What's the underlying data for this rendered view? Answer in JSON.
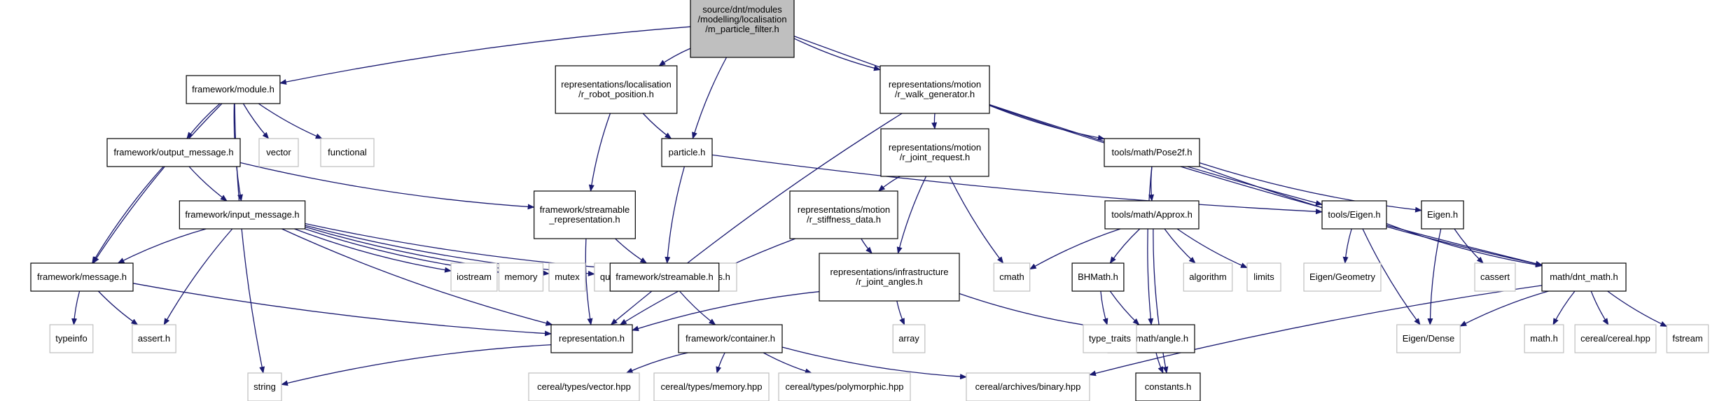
{
  "colors": {
    "edge": "#191970",
    "root_fill": "#bfbfbf",
    "internal_fill": "#ffffff",
    "internal_stroke": "#000000",
    "external_stroke": "#bfbfbf",
    "text": "#000000"
  },
  "nodes": [
    {
      "id": "root",
      "lines": [
        "source/dnt/modules",
        "/modelling/localisation",
        "/m_particle_filter.h"
      ],
      "kind": "root"
    },
    {
      "id": "module",
      "lines": [
        "framework/module.h"
      ],
      "kind": "internal"
    },
    {
      "id": "r_robot_position",
      "lines": [
        "representations/localisation",
        "/r_robot_position.h"
      ],
      "kind": "internal"
    },
    {
      "id": "r_walk_generator",
      "lines": [
        "representations/motion",
        "/r_walk_generator.h"
      ],
      "kind": "internal"
    },
    {
      "id": "output_message",
      "lines": [
        "framework/output_message.h"
      ],
      "kind": "internal"
    },
    {
      "id": "vector",
      "lines": [
        "vector"
      ],
      "kind": "external"
    },
    {
      "id": "functional",
      "lines": [
        "functional"
      ],
      "kind": "external"
    },
    {
      "id": "particle",
      "lines": [
        "particle.h"
      ],
      "kind": "internal"
    },
    {
      "id": "r_joint_request",
      "lines": [
        "representations/motion",
        "/r_joint_request.h"
      ],
      "kind": "internal"
    },
    {
      "id": "pose2f",
      "lines": [
        "tools/math/Pose2f.h"
      ],
      "kind": "internal"
    },
    {
      "id": "input_message",
      "lines": [
        "framework/input_message.h"
      ],
      "kind": "internal"
    },
    {
      "id": "streamable_repr",
      "lines": [
        "framework/streamable",
        "_representation.h"
      ],
      "kind": "internal"
    },
    {
      "id": "r_stiffness_data",
      "lines": [
        "representations/motion",
        "/r_stiffness_data.h"
      ],
      "kind": "internal"
    },
    {
      "id": "approx",
      "lines": [
        "tools/math/Approx.h"
      ],
      "kind": "internal"
    },
    {
      "id": "tools_eigen",
      "lines": [
        "tools/Eigen.h"
      ],
      "kind": "internal"
    },
    {
      "id": "eigen_h",
      "lines": [
        "Eigen.h"
      ],
      "kind": "internal"
    },
    {
      "id": "message",
      "lines": [
        "framework/message.h"
      ],
      "kind": "internal"
    },
    {
      "id": "iostream",
      "lines": [
        "iostream"
      ],
      "kind": "external"
    },
    {
      "id": "memory",
      "lines": [
        "memory"
      ],
      "kind": "external"
    },
    {
      "id": "mutex",
      "lines": [
        "mutex"
      ],
      "kind": "external"
    },
    {
      "id": "queue",
      "lines": [
        "queue"
      ],
      "kind": "external"
    },
    {
      "id": "system_tools",
      "lines": [
        "tools/system_tools.h"
      ],
      "kind": "external"
    },
    {
      "id": "streamable",
      "lines": [
        "framework/streamable.h"
      ],
      "kind": "internal"
    },
    {
      "id": "r_joint_angles",
      "lines": [
        "representations/infrastructure",
        "/r_joint_angles.h"
      ],
      "kind": "internal"
    },
    {
      "id": "cmath",
      "lines": [
        "cmath"
      ],
      "kind": "external"
    },
    {
      "id": "bhmath",
      "lines": [
        "BHMath.h"
      ],
      "kind": "internal"
    },
    {
      "id": "algorithm",
      "lines": [
        "algorithm"
      ],
      "kind": "external"
    },
    {
      "id": "limits",
      "lines": [
        "limits"
      ],
      "kind": "external"
    },
    {
      "id": "eigen_geometry",
      "lines": [
        "Eigen/Geometry"
      ],
      "kind": "external"
    },
    {
      "id": "cassert",
      "lines": [
        "cassert"
      ],
      "kind": "external"
    },
    {
      "id": "dnt_math",
      "lines": [
        "math/dnt_math.h"
      ],
      "kind": "internal"
    },
    {
      "id": "typeinfo",
      "lines": [
        "typeinfo"
      ],
      "kind": "external"
    },
    {
      "id": "assert_h",
      "lines": [
        "assert.h"
      ],
      "kind": "external"
    },
    {
      "id": "representation",
      "lines": [
        "representation.h"
      ],
      "kind": "internal"
    },
    {
      "id": "container",
      "lines": [
        "framework/container.h"
      ],
      "kind": "internal"
    },
    {
      "id": "array",
      "lines": [
        "array"
      ],
      "kind": "external"
    },
    {
      "id": "angle",
      "lines": [
        "tools/math/angle.h"
      ],
      "kind": "internal"
    },
    {
      "id": "type_traits",
      "lines": [
        "type_traits"
      ],
      "kind": "external"
    },
    {
      "id": "eigen_dense",
      "lines": [
        "Eigen/Dense"
      ],
      "kind": "external"
    },
    {
      "id": "math_h",
      "lines": [
        "math.h"
      ],
      "kind": "external"
    },
    {
      "id": "cereal_hpp",
      "lines": [
        "cereal/cereal.hpp"
      ],
      "kind": "external"
    },
    {
      "id": "fstream",
      "lines": [
        "fstream"
      ],
      "kind": "external"
    },
    {
      "id": "string",
      "lines": [
        "string"
      ],
      "kind": "external"
    },
    {
      "id": "cereal_vector",
      "lines": [
        "cereal/types/vector.hpp"
      ],
      "kind": "external"
    },
    {
      "id": "cereal_memory",
      "lines": [
        "cereal/types/memory.hpp"
      ],
      "kind": "external"
    },
    {
      "id": "cereal_polymorphic",
      "lines": [
        "cereal/types/polymorphic.hpp"
      ],
      "kind": "external"
    },
    {
      "id": "cereal_binary",
      "lines": [
        "cereal/archives/binary.hpp"
      ],
      "kind": "external"
    },
    {
      "id": "constants",
      "lines": [
        "constants.h"
      ],
      "kind": "internal"
    }
  ],
  "edges": [
    [
      "root",
      "module"
    ],
    [
      "root",
      "r_robot_position"
    ],
    [
      "root",
      "particle"
    ],
    [
      "root",
      "r_walk_generator"
    ],
    [
      "root",
      "tools_eigen"
    ],
    [
      "module",
      "output_message"
    ],
    [
      "module",
      "vector"
    ],
    [
      "module",
      "functional"
    ],
    [
      "module",
      "input_message"
    ],
    [
      "module",
      "message"
    ],
    [
      "module",
      "string"
    ],
    [
      "output_message",
      "input_message"
    ],
    [
      "output_message",
      "message"
    ],
    [
      "output_message",
      "streamable_repr"
    ],
    [
      "input_message",
      "message"
    ],
    [
      "input_message",
      "iostream"
    ],
    [
      "input_message",
      "memory"
    ],
    [
      "input_message",
      "mutex"
    ],
    [
      "input_message",
      "queue"
    ],
    [
      "input_message",
      "system_tools"
    ],
    [
      "input_message",
      "assert_h"
    ],
    [
      "input_message",
      "representation"
    ],
    [
      "message",
      "typeinfo"
    ],
    [
      "message",
      "assert_h"
    ],
    [
      "message",
      "representation"
    ],
    [
      "r_robot_position",
      "particle"
    ],
    [
      "r_robot_position",
      "streamable_repr"
    ],
    [
      "particle",
      "streamable"
    ],
    [
      "particle",
      "tools_eigen"
    ],
    [
      "streamable_repr",
      "streamable"
    ],
    [
      "streamable_repr",
      "representation"
    ],
    [
      "streamable",
      "container"
    ],
    [
      "representation",
      "string"
    ],
    [
      "container",
      "cereal_vector"
    ],
    [
      "container",
      "cereal_memory"
    ],
    [
      "container",
      "cereal_polymorphic"
    ],
    [
      "container",
      "cereal_binary"
    ],
    [
      "r_walk_generator",
      "r_joint_request"
    ],
    [
      "r_walk_generator",
      "pose2f"
    ],
    [
      "r_walk_generator",
      "dnt_math"
    ],
    [
      "r_walk_generator",
      "representation"
    ],
    [
      "r_joint_request",
      "r_stiffness_data"
    ],
    [
      "r_joint_request",
      "r_joint_angles"
    ],
    [
      "r_joint_request",
      "cmath"
    ],
    [
      "r_stiffness_data",
      "r_joint_angles"
    ],
    [
      "r_stiffness_data",
      "representation"
    ],
    [
      "r_joint_angles",
      "representation"
    ],
    [
      "r_joint_angles",
      "array"
    ],
    [
      "r_joint_angles",
      "angle"
    ],
    [
      "pose2f",
      "approx"
    ],
    [
      "pose2f",
      "eigen_h"
    ],
    [
      "pose2f",
      "angle"
    ],
    [
      "pose2f",
      "dnt_math"
    ],
    [
      "approx",
      "cmath"
    ],
    [
      "approx",
      "bhmath"
    ],
    [
      "approx",
      "algorithm"
    ],
    [
      "approx",
      "limits"
    ],
    [
      "approx",
      "constants"
    ],
    [
      "bhmath",
      "type_traits"
    ],
    [
      "bhmath",
      "angle"
    ],
    [
      "angle",
      "constants"
    ],
    [
      "tools_eigen",
      "eigen_geometry"
    ],
    [
      "tools_eigen",
      "eigen_dense"
    ],
    [
      "tools_eigen",
      "dnt_math"
    ],
    [
      "eigen_h",
      "eigen_dense"
    ],
    [
      "eigen_h",
      "cassert"
    ],
    [
      "dnt_math",
      "eigen_dense"
    ],
    [
      "dnt_math",
      "math_h"
    ],
    [
      "dnt_math",
      "cereal_hpp"
    ],
    [
      "dnt_math",
      "fstream"
    ],
    [
      "dnt_math",
      "cereal_binary"
    ]
  ]
}
